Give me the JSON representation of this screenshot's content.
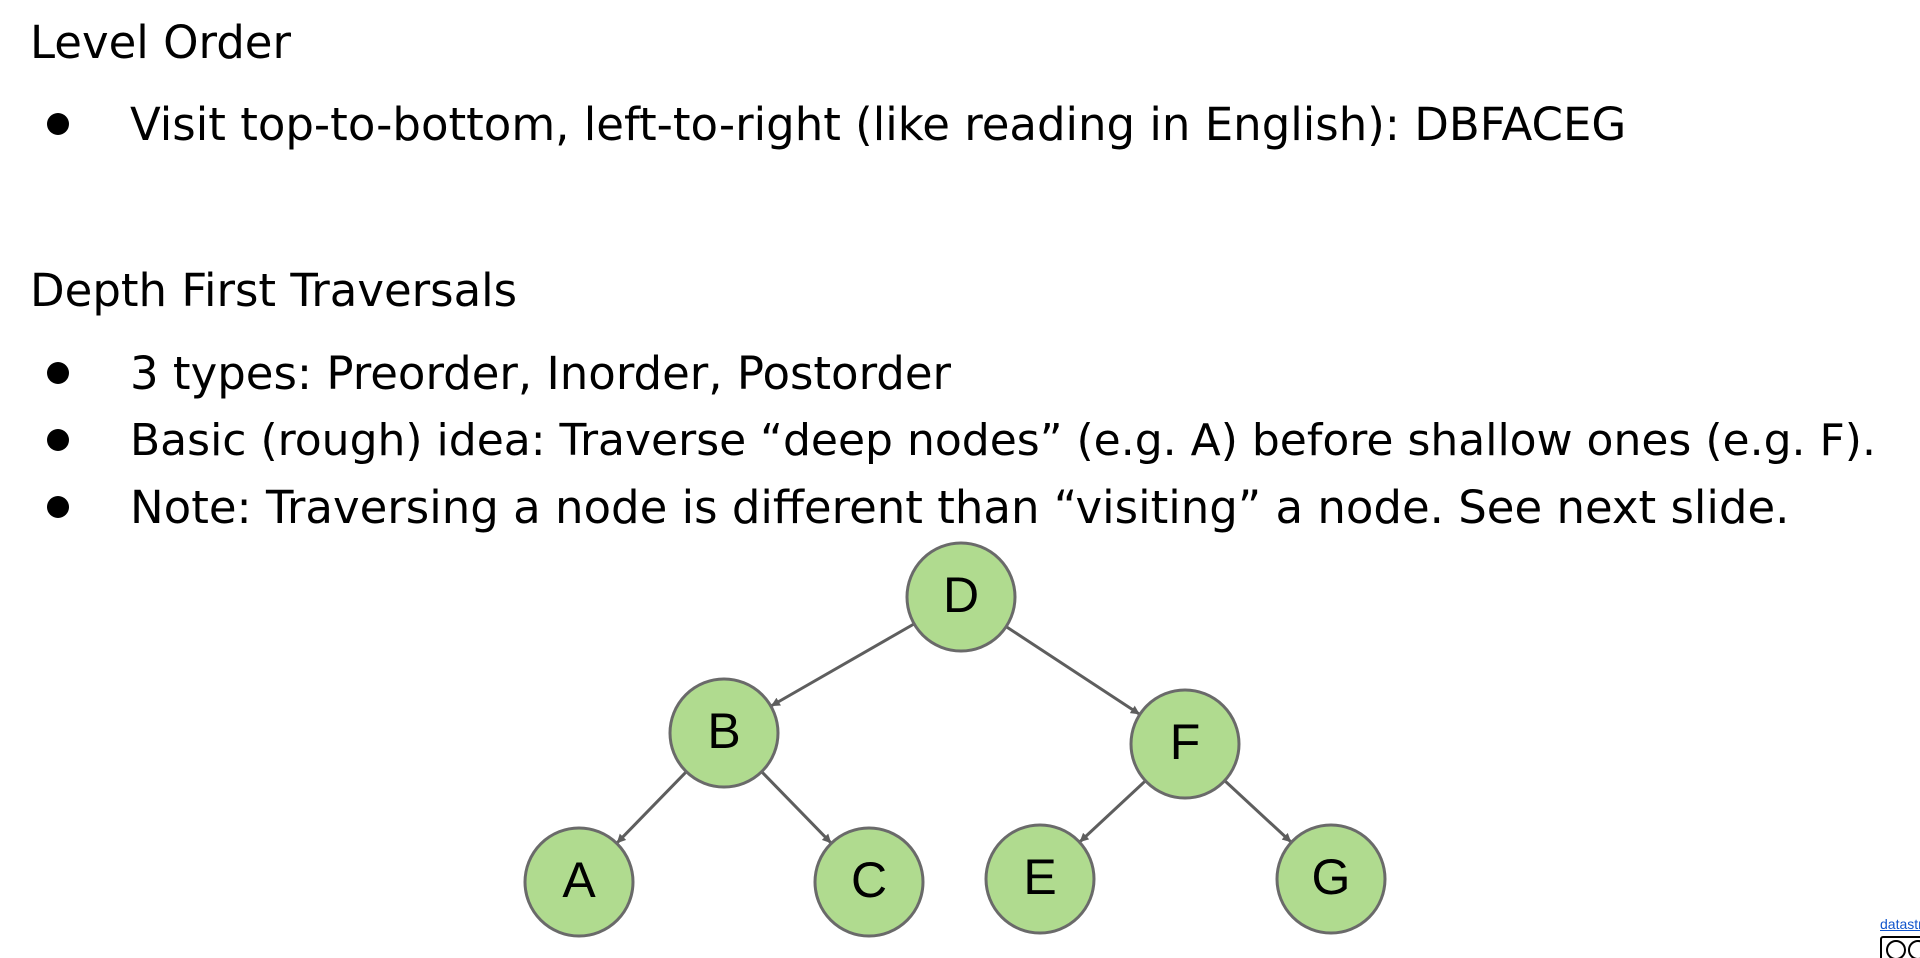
{
  "level_order": {
    "heading": "Level Order",
    "bullets": [
      "Visit top-to-bottom, left-to-right (like reading in English): DBFACEG"
    ]
  },
  "depth_first": {
    "heading": "Depth First Traversals",
    "bullets": [
      "3 types: Preorder, Inorder, Postorder",
      "Basic (rough) idea: Traverse “deep nodes” (e.g. A) before shallow ones (e.g. F).",
      "Note: Traversing a node is different than “visiting” a node. See next slide."
    ]
  },
  "tree": {
    "node_color": "#b0db8f",
    "nodes": [
      {
        "id": "D",
        "label": "D"
      },
      {
        "id": "B",
        "label": "B"
      },
      {
        "id": "F",
        "label": "F"
      },
      {
        "id": "A",
        "label": "A"
      },
      {
        "id": "C",
        "label": "C"
      },
      {
        "id": "E",
        "label": "E"
      },
      {
        "id": "G",
        "label": "G"
      }
    ],
    "edges": [
      {
        "from": "D",
        "to": "B"
      },
      {
        "from": "D",
        "to": "F"
      },
      {
        "from": "B",
        "to": "A"
      },
      {
        "from": "B",
        "to": "C"
      },
      {
        "from": "F",
        "to": "E"
      },
      {
        "from": "F",
        "to": "G"
      }
    ]
  },
  "footer": {
    "link_text": "datastructur.es",
    "license_icon": "creative-commons-icon"
  }
}
